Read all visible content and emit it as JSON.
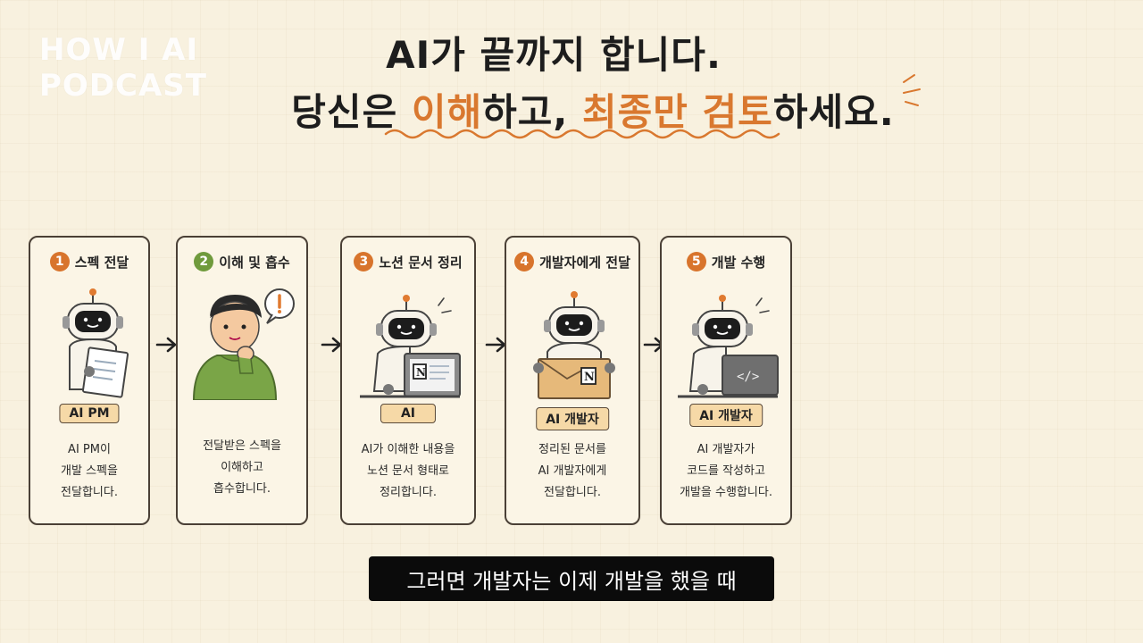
{
  "logo": {
    "line1": "HOW I AI",
    "line2": "PODCAST"
  },
  "headline": {
    "line1": "AI가 끝까지 합니다.",
    "line2_prefix": "당신은 ",
    "line2_accent1": "이해",
    "line2_mid": "하고, ",
    "line2_accent2": "최종만 검토",
    "line2_suffix": "하세요."
  },
  "colors": {
    "accent": "#d9782f",
    "step_orange": "#d8742c",
    "step_green": "#6f9a3c",
    "tag_bg": "#f6d9a7"
  },
  "steps": [
    {
      "number": "1",
      "title": "스펙 전달",
      "tag": "AI PM",
      "desc": [
        "AI PM이",
        "개발 스펙을",
        "전달합니다."
      ],
      "icon": "robot-holding-document-icon"
    },
    {
      "number": "2",
      "title": "이해 및 흡수",
      "tag": "",
      "desc": [
        "전달받은 스펙을",
        "이해하고",
        "흡수합니다."
      ],
      "icon": "thinking-person-icon"
    },
    {
      "number": "3",
      "title": "노션 문서 정리",
      "tag": "AI",
      "desc": [
        "AI가 이해한 내용을",
        "노션 문서 형태로",
        "정리합니다."
      ],
      "icon": "robot-laptop-notion-icon"
    },
    {
      "number": "4",
      "title": "개발자에게 전달",
      "tag": "AI 개발자",
      "desc": [
        "정리된 문서를",
        "AI 개발자에게",
        "전달합니다."
      ],
      "icon": "robot-envelope-notion-icon"
    },
    {
      "number": "5",
      "title": "개발 수행",
      "tag": "AI 개발자",
      "desc": [
        "AI 개발자가",
        "코드를 작성하고",
        "개발을 수행합니다."
      ],
      "icon": "robot-coding-laptop-icon"
    }
  ],
  "subtitle": "그러면 개발자는 이제 개발을 했을 때"
}
